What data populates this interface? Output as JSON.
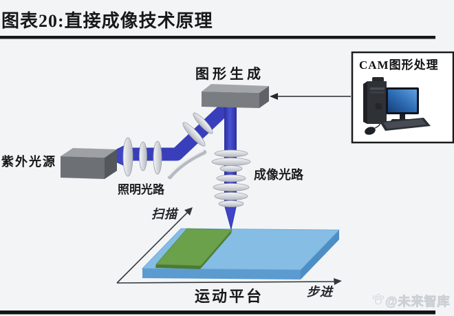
{
  "figure": {
    "title": "图表20:直接成像技术原理",
    "watermark": "@未来智库"
  },
  "labels": {
    "uv_source": "紫外光源",
    "illumination_path": "照明光路",
    "pattern_generation": "图形生成",
    "imaging_path": "成像光路",
    "cam_processing": "CAM图形处理",
    "scan_axis": "扫描",
    "step_axis": "步进",
    "motion_platform": "运动平台"
  },
  "colors": {
    "background": "#f2f4f6",
    "beam_blue": "#3e45c6",
    "beam_edge": "#2b2f9c",
    "platform_top": "#85bde4",
    "platform_front": "#5b9bd0",
    "platform_right": "#4d8ec4",
    "exposed_green_top": "#6ba14b",
    "exposed_green_edge": "#4c7a33",
    "box_gray_front": "#74777b",
    "box_gray_top": "#9da0a5",
    "lens_gray": "#dcdee2",
    "rule_black": "#17181a",
    "monitor_screen": "#2e6cb5"
  }
}
